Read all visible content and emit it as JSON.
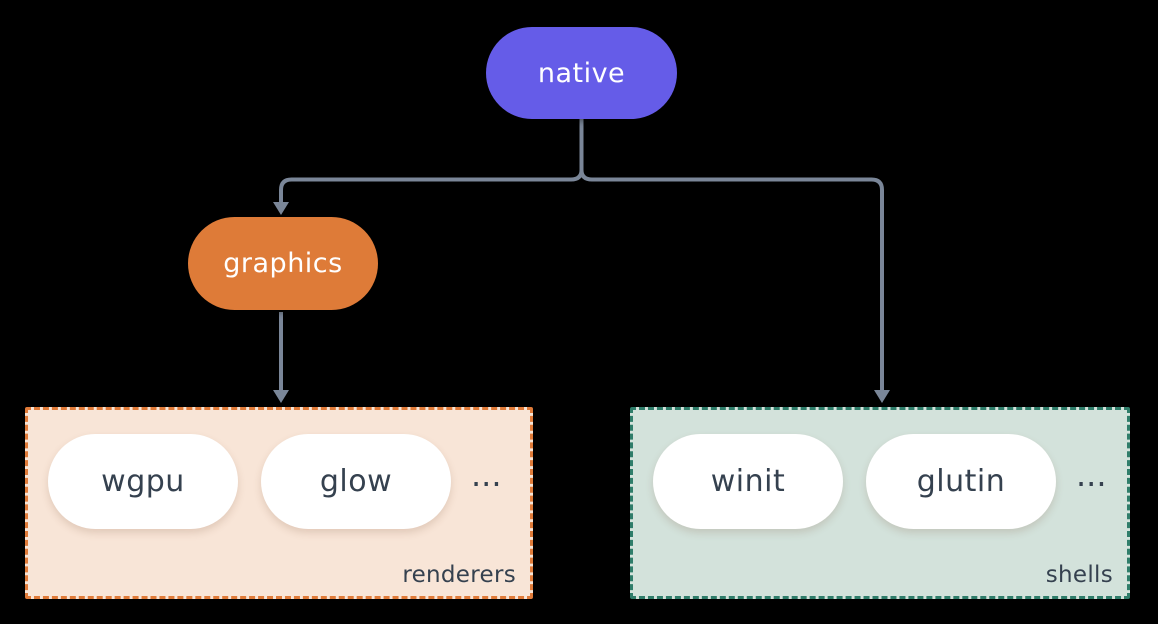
{
  "diagram": {
    "background": "#000000",
    "connector_color": "#7A8698",
    "nodes": {
      "native": {
        "label": "native",
        "color": "#655CE8",
        "text_color": "#FFFFFF"
      },
      "graphics": {
        "label": "graphics",
        "color": "#DE7B38",
        "text_color": "#FFFFFF"
      }
    },
    "groups": {
      "renderers": {
        "label": "renderers",
        "items": [
          "wgpu",
          "glow"
        ],
        "ellipsis": "...",
        "background": "#F8E5D7",
        "border_color": "#E07B39",
        "item_text_color": "#35414F"
      },
      "shells": {
        "label": "shells",
        "items": [
          "winit",
          "glutin"
        ],
        "ellipsis": "...",
        "background": "#D3E2DB",
        "border_color": "#2F7D6A",
        "item_text_color": "#35414F"
      }
    },
    "edges": [
      {
        "from": "native",
        "to": "graphics"
      },
      {
        "from": "native",
        "to": "shells"
      },
      {
        "from": "graphics",
        "to": "renderers"
      }
    ]
  }
}
